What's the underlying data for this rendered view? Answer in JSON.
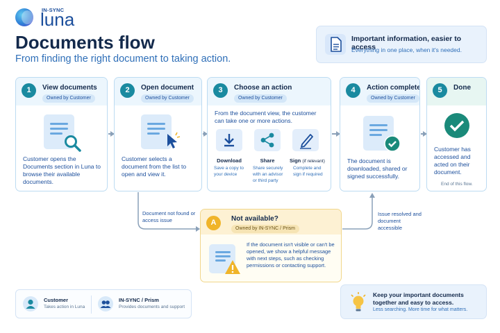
{
  "brand": {
    "small": "IN-SYNC",
    "word": "luna"
  },
  "header": {
    "title": "Documents flow",
    "subtitle": "From finding the right document to taking action."
  },
  "info": {
    "title": "Important information, easier to access",
    "subtitle": "Everything in one place, when it's needed."
  },
  "steps": [
    {
      "num": "1",
      "title": "View documents",
      "owner": "Owned by Customer",
      "desc": "Customer opens the Documents section in Luna to browse their available documents."
    },
    {
      "num": "2",
      "title": "Open document",
      "owner": "Owned by Customer",
      "desc": "Customer selects a document from the list to open and view it."
    },
    {
      "num": "3",
      "title": "Choose an action",
      "owner": "Owned by Customer",
      "desc": "From the document view, the customer can take one or more actions."
    },
    {
      "num": "4",
      "title": "Action complete",
      "owner": "Owned by Customer",
      "desc": "The document is downloaded, shared or signed successfully."
    },
    {
      "num": "5",
      "title": "Done",
      "owner": "",
      "desc": "Customer has accessed and acted on their document.",
      "note": "End of this flow."
    }
  ],
  "actions": [
    {
      "label": "Download",
      "desc": "Save a copy to your device",
      "icon": "download-icon"
    },
    {
      "label": "Share",
      "desc": "Share securely with an advisor or third party",
      "icon": "share-icon"
    },
    {
      "label": "Sign",
      "label_note": "(if relevant)",
      "desc": "Complete and sign if required",
      "icon": "sign-icon"
    }
  ],
  "exception": {
    "badge": "A",
    "title": "Not available?",
    "owner": "Owned by IN-SYNC / Prism",
    "desc": "If the document isn't visible or can't be opened, we show a helpful message with next steps, such as checking permissions or contacting support.",
    "in_label": "Document not found or access issue",
    "out_label": "Issue resolved and document accessible"
  },
  "legend": [
    {
      "title": "Customer",
      "subtitle": "Takes action in Luna"
    },
    {
      "title": "IN-SYNC / Prism",
      "subtitle": "Provides documents and support"
    }
  ],
  "tip": {
    "title": "Keep your important documents together and easy to access.",
    "subtitle": "Less searching. More time for what matters."
  },
  "colors": {
    "navy": "#13294b",
    "blue": "#2f6fb8",
    "teal": "#1a8aa0",
    "card_border": "#bcdbf2",
    "warning": "#f0b429",
    "success": "#1a8a7a"
  }
}
